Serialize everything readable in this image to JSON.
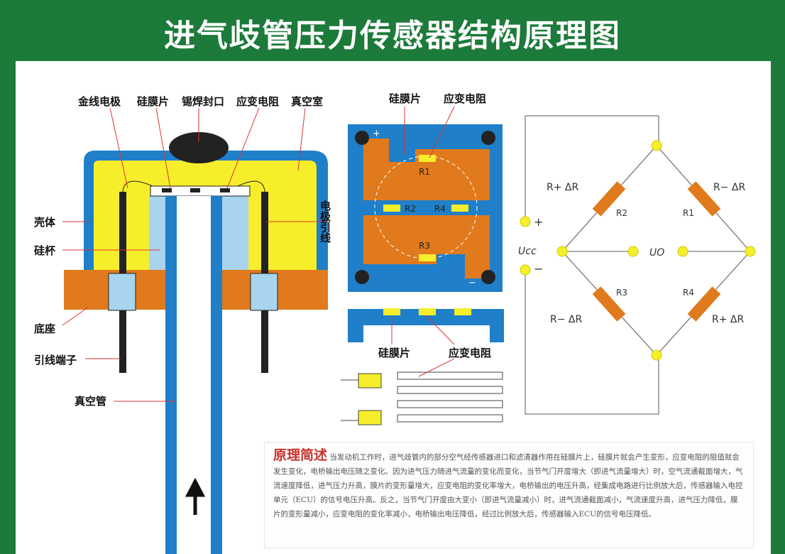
{
  "title": "进气歧管压力传感器结构原理图",
  "left_labels": {
    "gold_electrode": "金线电极",
    "silicon_film": "硅膜片",
    "solder_seal": "锡焊封口",
    "strain_resistor": "应变电阻",
    "vacuum_chamber": "真空室",
    "shell": "壳体",
    "silicon_cup": "硅杯",
    "electrode_lead": "电极引线",
    "base": "底座",
    "lead_terminal": "引线端子",
    "vacuum_tube": "真空管"
  },
  "middle_labels": {
    "silicon_film": "硅膜片",
    "strain_resistor": "应变电阻",
    "plus": "+",
    "minus": "−",
    "r1": "R1",
    "r2": "R2",
    "r3": "R3",
    "r4": "R4",
    "bottom_silicon_film": "硅膜片",
    "bottom_strain_resistor": "应变电阻"
  },
  "bridge": {
    "r_plus_dr_left": "R+ ΔR",
    "r_minus_dr_right": "R− ΔR",
    "r_minus_dr_left": "R− ΔR",
    "r_plus_dr_right": "R+ ΔR",
    "r1": "R1",
    "r2": "R2",
    "r3": "R3",
    "r4": "R4",
    "ucc": "Ucc",
    "uo": "UO",
    "plus": "+",
    "minus": "−"
  },
  "description": {
    "heading": "原理简述",
    "body": "当发动机工作时，进气歧管内的部分空气经传感器进口和滤清器作用在硅膜片上，硅膜片就会产生变形，应变电阻的阻值就会发生变化，电桥输出电压随之变化。因为进气压力随进气流量的变化而变化，当节气门开度增大（即进气流量增大）时，空气流通截面增大，气流速度降低，进气压力升高，膜片的变形量增大，应变电阻的变化率增大，电桥输出的电压升高，经集成电路进行比例放大后，传感器输入电控单元（ECU）的信号电压升高。反之，当节气门开度由大变小（即进气流量减小）时，进气流通截面减小，气流速度升高，进气压力降低，膜片的变形量减小，应变电阻的变化率减小，电桥输出电压降低，经过比例放大后，传感器输入ECU的信号电压降低。"
  },
  "colors": {
    "green": "#1c7a3a",
    "blue": "#1f7fc8",
    "orange": "#e07a1c",
    "yellow": "#f6ee2a",
    "lightblue": "#a8d4f0"
  }
}
